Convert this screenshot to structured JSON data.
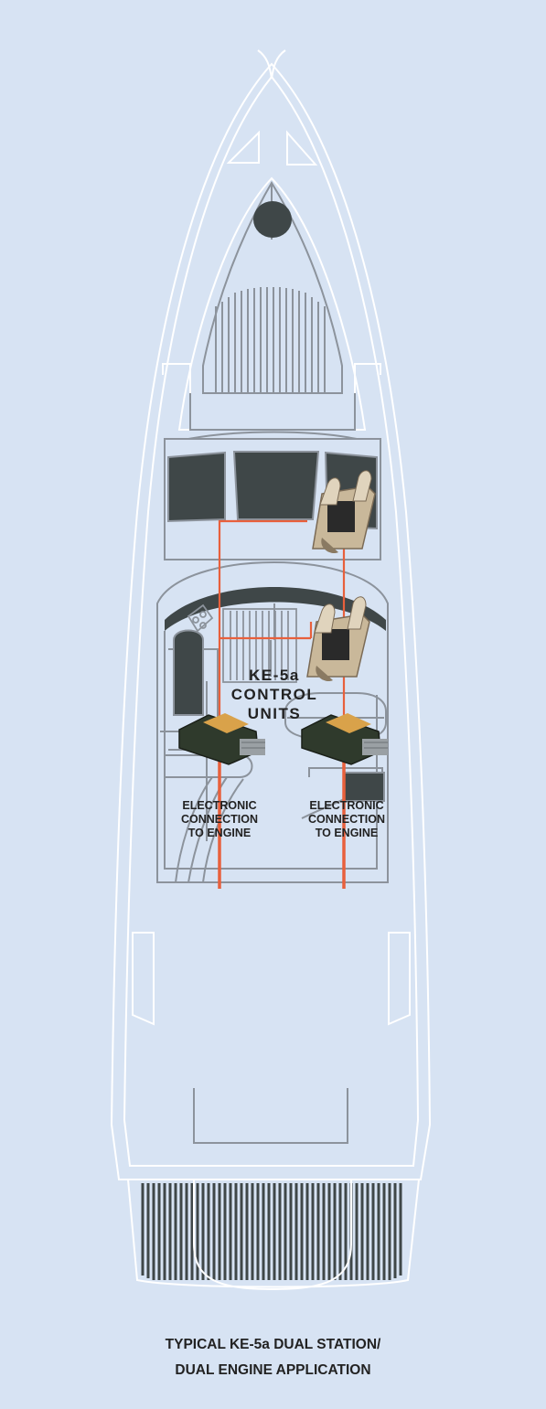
{
  "diagram": {
    "control_units_label": [
      "KE-5a",
      "CONTROL",
      "UNITS"
    ],
    "engine_connection_label": [
      "ELECTRONIC",
      "CONNECTION",
      "TO ENGINE"
    ],
    "caption": [
      "TYPICAL KE-5a DUAL STATION/",
      "DUAL ENGINE APPLICATION"
    ]
  },
  "colors": {
    "background": "#d7e3f3",
    "hull_outline": "#ffffff",
    "interior_outline": "#8c939c",
    "dark_panel": "#3f4748",
    "wiring": "#e8603c",
    "lever_metal": "#c9b89a"
  },
  "icons": [
    "control-lever-icon",
    "control-unit-icon"
  ]
}
